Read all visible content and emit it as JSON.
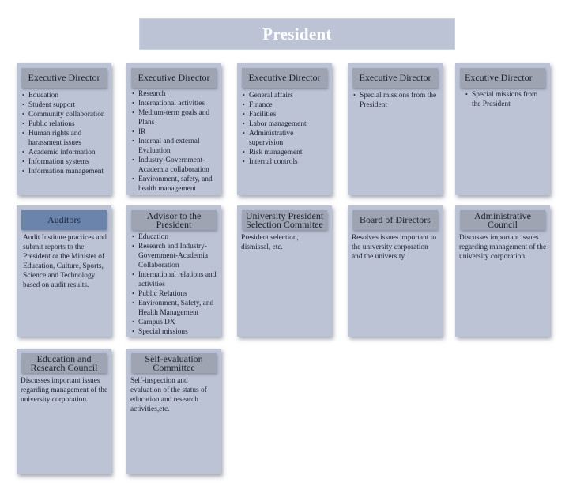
{
  "president": {
    "title": "President"
  },
  "colors": {
    "card_bg": "#bbc3d5",
    "header_bg": "#9ea4b1",
    "auditor_header_bg": "#6b84ab",
    "president_bg": "#bbc3d5",
    "president_text": "#ffffff"
  },
  "rows": [
    {
      "cards": [
        {
          "title": "Executive Director",
          "items": [
            "Education",
            "Student support",
            "Community collaboration",
            "Public relations",
            "Human rights and harassment issues",
            "Academic information",
            "Information systems",
            "Information management"
          ]
        },
        {
          "title": "Executive Director",
          "items": [
            "Research",
            "International activities",
            "Medium-term goals and Plans",
            "IR",
            "Internal and external Evaluation",
            "Industry-Government-Academia collaboration",
            "Environment, safety, and health management"
          ]
        },
        {
          "title": "Executive Director",
          "items": [
            "General affairs",
            "Finance",
            "Facilities",
            "Labor management",
            "Administrative supervision",
            "Risk management",
            "Internal controls"
          ]
        },
        {
          "title": "Executive Director",
          "items": [
            "Special  missions from the President"
          ]
        },
        {
          "title": "Excutive Director",
          "items": [
            "Special  missions from the President"
          ]
        }
      ]
    },
    {
      "cards": [
        {
          "title": "Auditors",
          "desc": "Audit Institute practices and submit reports to the President or the Minister of Education, Culture, Sports, Science and Technology based on audit results."
        },
        {
          "title": "Advisor to the President",
          "items": [
            "Education",
            "Research and Industry-Government-Academia Collaboration",
            "International relations and activities",
            "Public Relations",
            "Environment, Safety, and Health Management",
            "Campus DX",
            "Special  missions"
          ]
        },
        {
          "title": "University President Selection Commitee",
          "desc": "President selection, dismissal, etc."
        },
        {
          "title": "Board of Directors",
          "desc": "Resolves issues important to the university corporation and the university."
        },
        {
          "title": "Administrative Council",
          "desc": "Discusses important issues regarding management of the university corporation."
        }
      ]
    },
    {
      "cards": [
        {
          "title": "Education and Research Council",
          "desc": "Discusses important issues regarding management of the university corporation."
        },
        {
          "title": "Self-evaluation Committee",
          "desc": "Self-inspection and evaluation of the status of education and research activities,etc."
        }
      ]
    }
  ]
}
